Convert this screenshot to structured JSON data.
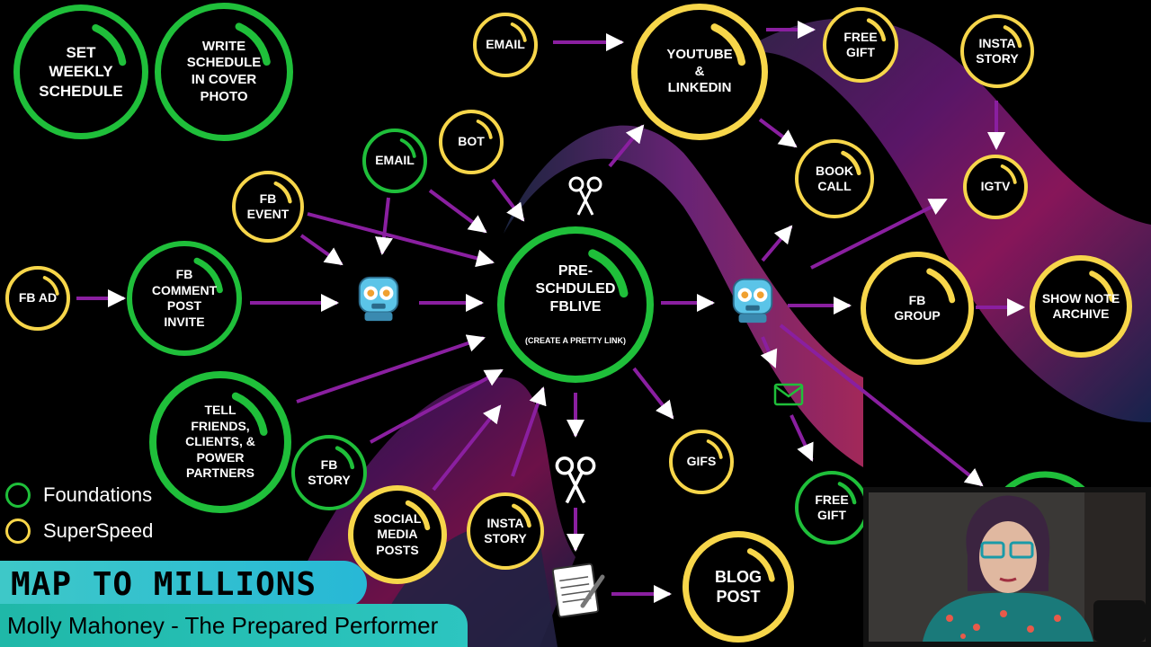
{
  "legend": [
    {
      "label": "Foundations",
      "color": "#1fbf3a"
    },
    {
      "label": "SuperSpeed",
      "color": "#f7d64a"
    }
  ],
  "banner": {
    "title": "MAP TO MILLIONS",
    "subtitle": "Molly Mahoney - The Prepared Performer"
  },
  "colors": {
    "green": "#1fbf3a",
    "yellow": "#f7d64a",
    "arrow": "#8a1fa0",
    "arrowhead": "#ffffff",
    "banner": "#2fc4c4"
  },
  "nodes": {
    "set_weekly_schedule": "SET\nWEEKLY\nSCHEDULE",
    "write_schedule": "WRITE\nSCHEDULE\nIN COVER\nPHOTO",
    "email_top": "EMAIL",
    "youtube_linkedin": "YOUTUBE\n&\nLINKEDIN",
    "free_gift_top": "FREE\nGIFT",
    "insta_story_top": "INSTA\nSTORY",
    "bot": "BOT",
    "email_mid": "EMAIL",
    "fb_event": "FB\nEVENT",
    "book_call": "BOOK\nCALL",
    "igtv": "IGTV",
    "fb_ad": "FB AD",
    "fb_comment": "FB\nCOMMENT\nPOST\nINVITE",
    "prescheduled_title": "PRE-\nSCHDULED\nFBLIVE",
    "prescheduled_sub": "(CREATE A PRETTY LINK)",
    "fb_group": "FB\nGROUP",
    "show_note": "SHOW NOTE\nARCHIVE",
    "tell_friends": "TELL\nFRIENDS,\nCLIENTS, &\nPOWER\nPARTNERS",
    "fb_story": "FB\nSTORY",
    "social_media": "SOCIAL\nMEDIA\nPOSTS",
    "insta_story_bottom": "INSTA\nSTORY",
    "gifs": "GIFS",
    "free_gift_bottom": "FREE\nGIFT",
    "blog_post": "BLOG\nPOST"
  },
  "icons": [
    "robot-icon",
    "scissors-icon",
    "envelope-icon",
    "notepad-icon"
  ]
}
